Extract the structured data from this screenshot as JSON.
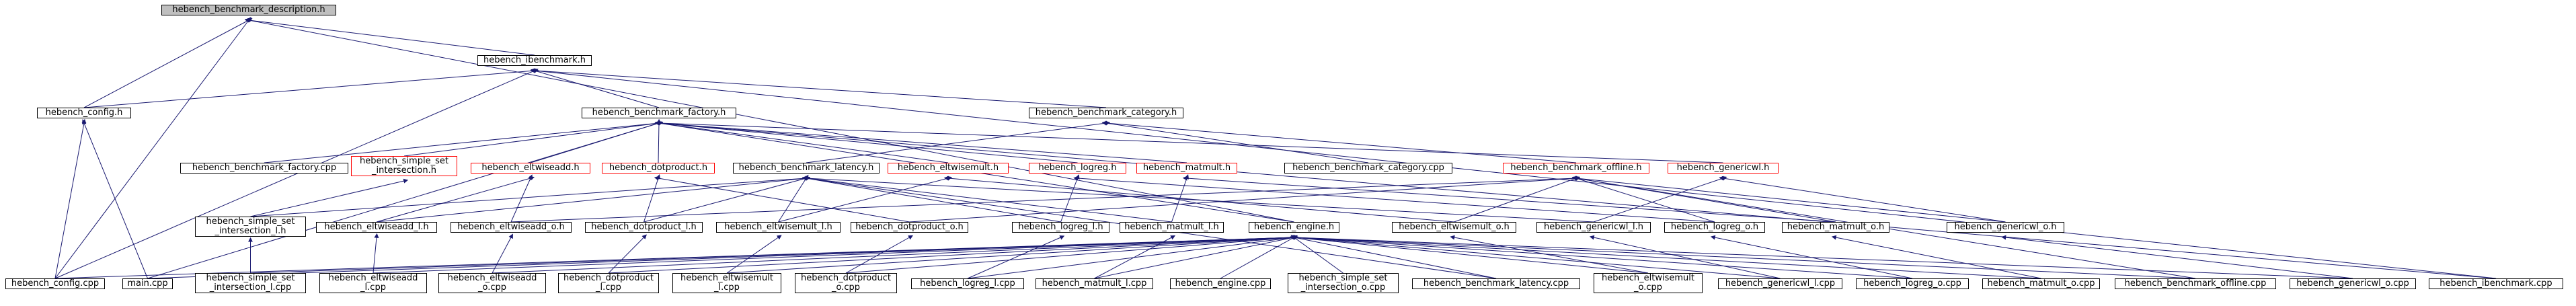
{
  "diagram": {
    "type": "include-dependency-graph",
    "nodes": [
      {
        "id": "desc",
        "label": "hebench_benchmark_description.h",
        "style": "root"
      },
      {
        "id": "ibench",
        "label": "hebench_ibenchmark.h",
        "style": "normal"
      },
      {
        "id": "config",
        "label": "hebench_config.h",
        "style": "normal"
      },
      {
        "id": "factory",
        "label": "hebench_benchmark_factory.h",
        "style": "normal"
      },
      {
        "id": "category",
        "label": "hebench_benchmark_category.h",
        "style": "normal"
      },
      {
        "id": "factorycpp",
        "label": "hebench_benchmark_factory.cpp",
        "style": "normal"
      },
      {
        "id": "simpleset",
        "label": "hebench_simple_set\n_intersection.h",
        "style": "red"
      },
      {
        "id": "eltadd",
        "label": "hebench_eltwiseadd.h",
        "style": "red"
      },
      {
        "id": "dotprod",
        "label": "hebench_dotproduct.h",
        "style": "red"
      },
      {
        "id": "latency",
        "label": "hebench_benchmark_latency.h",
        "style": "normal"
      },
      {
        "id": "eltmult",
        "label": "hebench_eltwisemult.h",
        "style": "red"
      },
      {
        "id": "logreg",
        "label": "hebench_logreg.h",
        "style": "red"
      },
      {
        "id": "matmult",
        "label": "hebench_matmult.h",
        "style": "red"
      },
      {
        "id": "categorycpp",
        "label": "hebench_benchmark_category.cpp",
        "style": "normal"
      },
      {
        "id": "offline",
        "label": "hebench_benchmark_offline.h",
        "style": "red"
      },
      {
        "id": "genericwl",
        "label": "hebench_genericwl.h",
        "style": "red"
      },
      {
        "id": "simpleset_l",
        "label": "hebench_simple_set\n_intersection_l.h",
        "style": "normal"
      },
      {
        "id": "eltadd_l",
        "label": "hebench_eltwiseadd_l.h",
        "style": "normal"
      },
      {
        "id": "eltadd_o",
        "label": "hebench_eltwiseadd_o.h",
        "style": "normal"
      },
      {
        "id": "dotprod_l",
        "label": "hebench_dotproduct_l.h",
        "style": "normal"
      },
      {
        "id": "eltmult_l",
        "label": "hebench_eltwisemult_l.h",
        "style": "normal"
      },
      {
        "id": "dotprod_o",
        "label": "hebench_dotproduct_o.h",
        "style": "normal"
      },
      {
        "id": "logreg_l",
        "label": "hebench_logreg_l.h",
        "style": "normal"
      },
      {
        "id": "matmult_l",
        "label": "hebench_matmult_l.h",
        "style": "normal"
      },
      {
        "id": "engine",
        "label": "hebench_engine.h",
        "style": "normal"
      },
      {
        "id": "eltmult_o",
        "label": "hebench_eltwisemult_o.h",
        "style": "normal"
      },
      {
        "id": "genericwl_l",
        "label": "hebench_genericwl_l.h",
        "style": "normal"
      },
      {
        "id": "logreg_o",
        "label": "hebench_logreg_o.h",
        "style": "normal"
      },
      {
        "id": "matmult_o",
        "label": "hebench_matmult_o.h",
        "style": "normal"
      },
      {
        "id": "genericwl_o",
        "label": "hebench_genericwl_o.h",
        "style": "normal"
      },
      {
        "id": "configcpp",
        "label": "hebench_config.cpp",
        "style": "normal"
      },
      {
        "id": "maincpp",
        "label": "main.cpp",
        "style": "normal"
      },
      {
        "id": "simpleset_lcpp",
        "label": "hebench_simple_set\n_intersection_l.cpp",
        "style": "normal"
      },
      {
        "id": "eltadd_lcpp",
        "label": "hebench_eltwiseadd\n_l.cpp",
        "style": "normal"
      },
      {
        "id": "eltadd_ocpp",
        "label": "hebench_eltwiseadd\n_o.cpp",
        "style": "normal"
      },
      {
        "id": "dotprod_lcpp",
        "label": "hebench_dotproduct\n_l.cpp",
        "style": "normal"
      },
      {
        "id": "eltmult_lcpp",
        "label": "hebench_eltwisemult\n_l.cpp",
        "style": "normal"
      },
      {
        "id": "dotprod_ocpp",
        "label": "hebench_dotproduct\n_o.cpp",
        "style": "normal"
      },
      {
        "id": "logreg_lcpp",
        "label": "hebench_logreg_l.cpp",
        "style": "normal"
      },
      {
        "id": "matmult_lcpp",
        "label": "hebench_matmult_l.cpp",
        "style": "normal"
      },
      {
        "id": "enginecpp",
        "label": "hebench_engine.cpp",
        "style": "normal"
      },
      {
        "id": "simpleset_ocpp",
        "label": "hebench_simple_set\n_intersection_o.cpp",
        "style": "normal"
      },
      {
        "id": "latencycpp",
        "label": "hebench_benchmark_latency.cpp",
        "style": "normal"
      },
      {
        "id": "eltmult_ocpp",
        "label": "hebench_eltwisemult\n_o.cpp",
        "style": "normal"
      },
      {
        "id": "genericwl_lcpp",
        "label": "hebench_genericwl_l.cpp",
        "style": "normal"
      },
      {
        "id": "logreg_ocpp",
        "label": "hebench_logreg_o.cpp",
        "style": "normal"
      },
      {
        "id": "matmult_ocpp",
        "label": "hebench_matmult_o.cpp",
        "style": "normal"
      },
      {
        "id": "offlinecpp",
        "label": "hebench_benchmark_offline.cpp",
        "style": "normal"
      },
      {
        "id": "genericwl_ocpp",
        "label": "hebench_genericwl_o.cpp",
        "style": "normal"
      },
      {
        "id": "ibenchcpp",
        "label": "hebench_ibenchmark.cpp",
        "style": "normal"
      }
    ],
    "edges": [
      [
        "desc",
        "ibench"
      ],
      [
        "desc",
        "config"
      ],
      [
        "desc",
        "configcpp"
      ],
      [
        "desc",
        "engine"
      ],
      [
        "ibench",
        "config"
      ],
      [
        "ibench",
        "factory"
      ],
      [
        "ibench",
        "category"
      ],
      [
        "ibench",
        "configcpp"
      ],
      [
        "ibench",
        "ibenchcpp"
      ],
      [
        "config",
        "configcpp"
      ],
      [
        "config",
        "maincpp"
      ],
      [
        "factory",
        "factorycpp"
      ],
      [
        "factory",
        "simpleset"
      ],
      [
        "factory",
        "eltadd"
      ],
      [
        "factory",
        "dotprod"
      ],
      [
        "factory",
        "eltmult"
      ],
      [
        "factory",
        "logreg"
      ],
      [
        "factory",
        "matmult"
      ],
      [
        "factory",
        "genericwl"
      ],
      [
        "factory",
        "engine"
      ],
      [
        "factory",
        "maincpp"
      ],
      [
        "factory",
        "ibenchcpp"
      ],
      [
        "category",
        "latency"
      ],
      [
        "category",
        "categorycpp"
      ],
      [
        "category",
        "offline"
      ],
      [
        "simpleset",
        "simpleset_l"
      ],
      [
        "eltadd",
        "eltadd_l"
      ],
      [
        "eltadd",
        "eltadd_o"
      ],
      [
        "dotprod",
        "dotprod_l"
      ],
      [
        "dotprod",
        "dotprod_o"
      ],
      [
        "eltmult",
        "eltmult_l"
      ],
      [
        "eltmult",
        "eltmult_o"
      ],
      [
        "logreg",
        "logreg_l"
      ],
      [
        "logreg",
        "logreg_o"
      ],
      [
        "matmult",
        "matmult_l"
      ],
      [
        "matmult",
        "matmult_o"
      ],
      [
        "genericwl",
        "genericwl_l"
      ],
      [
        "genericwl",
        "genericwl_o"
      ],
      [
        "latency",
        "simpleset_l"
      ],
      [
        "latency",
        "eltadd_l"
      ],
      [
        "latency",
        "dotprod_l"
      ],
      [
        "latency",
        "eltmult_l"
      ],
      [
        "latency",
        "logreg_l"
      ],
      [
        "latency",
        "matmult_l"
      ],
      [
        "latency",
        "genericwl_l"
      ],
      [
        "latency",
        "latencycpp"
      ],
      [
        "offline",
        "eltadd_o"
      ],
      [
        "offline",
        "dotprod_o"
      ],
      [
        "offline",
        "eltmult_o"
      ],
      [
        "offline",
        "genericwl_o"
      ],
      [
        "offline",
        "logreg_o"
      ],
      [
        "offline",
        "matmult_o"
      ],
      [
        "offline",
        "offlinecpp"
      ],
      [
        "simpleset_l",
        "simpleset_lcpp"
      ],
      [
        "eltadd_l",
        "eltadd_lcpp"
      ],
      [
        "eltadd_o",
        "eltadd_ocpp"
      ],
      [
        "dotprod_l",
        "dotprod_lcpp"
      ],
      [
        "dotprod_o",
        "dotprod_ocpp"
      ],
      [
        "eltmult_l",
        "eltmult_lcpp"
      ],
      [
        "eltmult_o",
        "eltmult_ocpp"
      ],
      [
        "logreg_l",
        "logreg_lcpp"
      ],
      [
        "logreg_o",
        "logreg_ocpp"
      ],
      [
        "matmult_l",
        "matmult_lcpp"
      ],
      [
        "matmult_o",
        "matmult_ocpp"
      ],
      [
        "genericwl_l",
        "genericwl_lcpp"
      ],
      [
        "genericwl_o",
        "genericwl_ocpp"
      ],
      [
        "engine",
        "configcpp"
      ],
      [
        "engine",
        "maincpp"
      ],
      [
        "engine",
        "simpleset_lcpp"
      ],
      [
        "engine",
        "eltadd_lcpp"
      ],
      [
        "engine",
        "eltadd_ocpp"
      ],
      [
        "engine",
        "dotprod_lcpp"
      ],
      [
        "engine",
        "eltmult_lcpp"
      ],
      [
        "engine",
        "dotprod_ocpp"
      ],
      [
        "engine",
        "logreg_lcpp"
      ],
      [
        "engine",
        "matmult_lcpp"
      ],
      [
        "engine",
        "enginecpp"
      ],
      [
        "engine",
        "simpleset_ocpp"
      ],
      [
        "engine",
        "latencycpp"
      ],
      [
        "engine",
        "eltmult_ocpp"
      ],
      [
        "engine",
        "genericwl_lcpp"
      ],
      [
        "engine",
        "logreg_ocpp"
      ],
      [
        "engine",
        "matmult_ocpp"
      ],
      [
        "engine",
        "offlinecpp"
      ],
      [
        "engine",
        "genericwl_ocpp"
      ]
    ],
    "colors": {
      "edge": "#191970",
      "node_border": "#000000",
      "linked_node_border": "#ff0000",
      "root_fill": "#bfbfbf",
      "node_fill": "#ffffff"
    }
  }
}
